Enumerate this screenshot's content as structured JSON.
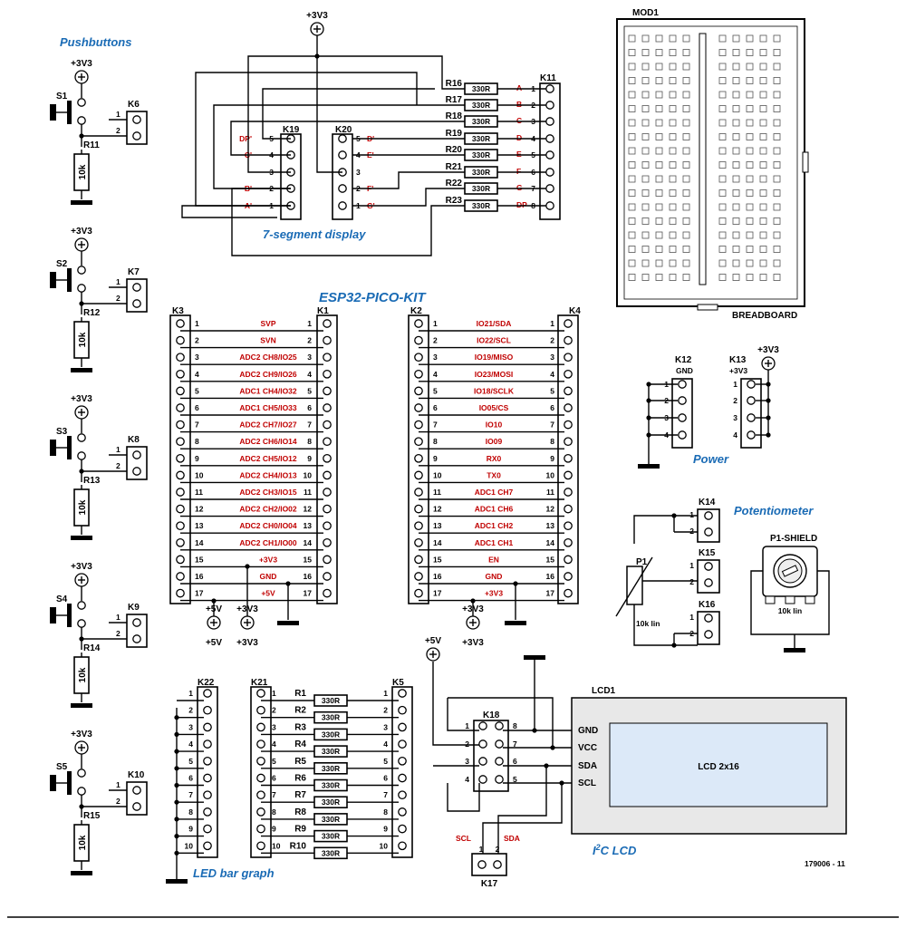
{
  "colors": {
    "ink": "#000000",
    "signal": "#c00000",
    "title": "#1a6bb5",
    "lcd_screen": "#dce9f8",
    "lcd_body": "#e8e8e8"
  },
  "titles": {
    "pushbuttons": "Pushbuttons",
    "seven_seg": "7-segment display",
    "esp32": "ESP32-PICO-KIT",
    "power": "Power",
    "potentiometer": "Potentiometer",
    "led_bar": "LED bar graph",
    "i2c_lcd_prefix": "I",
    "i2c_lcd_sup": "2",
    "i2c_lcd_suffix": "C LCD"
  },
  "supplies": {
    "v33": "+3V3",
    "v5": "+5V"
  },
  "pushbuttons": [
    {
      "switch": "S1",
      "resistor": "R11",
      "conn": "K6",
      "value": "10k"
    },
    {
      "switch": "S2",
      "resistor": "R12",
      "conn": "K7",
      "value": "10k"
    },
    {
      "switch": "S3",
      "resistor": "R13",
      "conn": "K8",
      "value": "10k"
    },
    {
      "switch": "S4",
      "resistor": "R14",
      "conn": "K9",
      "value": "10k"
    },
    {
      "switch": "S5",
      "resistor": "R15",
      "conn": "K10",
      "value": "10k"
    }
  ],
  "seven_seg": {
    "k19": {
      "name": "K19",
      "pins": [
        "5",
        "4",
        "3",
        "2",
        "1"
      ],
      "labels": [
        "DP'",
        "C'",
        "",
        "B'",
        "A'"
      ]
    },
    "k20": {
      "name": "K20",
      "pins": [
        "5",
        "4",
        "3",
        "2",
        "1"
      ],
      "labels": [
        "D'",
        "E'",
        "",
        "F'",
        "G'"
      ]
    },
    "k11": {
      "name": "K11",
      "pins": [
        "1",
        "2",
        "3",
        "4",
        "5",
        "6",
        "7",
        "8"
      ],
      "labels": [
        "A",
        "B",
        "C",
        "D",
        "E",
        "F",
        "G",
        "DP"
      ]
    },
    "resistors": [
      "R16",
      "R17",
      "R18",
      "R19",
      "R20",
      "R21",
      "R22",
      "R23"
    ],
    "res_value": "330R"
  },
  "breadboard": {
    "name": "MOD1",
    "label": "BREADBOARD"
  },
  "esp32": {
    "left_headers": [
      "K3",
      "K1"
    ],
    "right_headers": [
      "K2",
      "K4"
    ],
    "left_signals": [
      "SVP",
      "SVN",
      "ADC2 CH8/IO25",
      "ADC2 CH9/IO26",
      "ADC1 CH4/IO32",
      "ADC1 CH5/IO33",
      "ADC2 CH7/IO27",
      "ADC2 CH6/IO14",
      "ADC2 CH5/IO12",
      "ADC2 CH4/IO13",
      "ADC2 CH3/IO15",
      "ADC2 CH2/IO02",
      "ADC2 CH0/IO04",
      "ADC2 CH1/IO00",
      "+3V3",
      "GND",
      "+5V"
    ],
    "right_signals": [
      "IO21/SDA",
      "IO22/SCL",
      "IO19/MISO",
      "IO23/MOSI",
      "IO18/SCLK",
      "IO05/CS",
      "IO10",
      "IO09",
      "RX0",
      "TX0",
      "ADC1 CH7",
      "ADC1 CH6",
      "ADC1 CH2",
      "ADC1 CH1",
      "EN",
      "GND",
      "+3V3"
    ],
    "pin_numbers": [
      "1",
      "2",
      "3",
      "4",
      "5",
      "6",
      "7",
      "8",
      "9",
      "10",
      "11",
      "12",
      "13",
      "14",
      "15",
      "16",
      "17"
    ]
  },
  "power": {
    "k12": {
      "name": "K12",
      "sub": "GND",
      "pins": [
        "1",
        "2",
        "3",
        "4"
      ]
    },
    "k13": {
      "name": "K13",
      "sub": "+3V3",
      "pins": [
        "1",
        "2",
        "3",
        "4"
      ]
    }
  },
  "potentiometer": {
    "p1": "P1",
    "value": "10k lin",
    "shield": "P1-SHIELD",
    "shield_value": "10k lin",
    "conns": [
      "K14",
      "K15",
      "K16"
    ],
    "pins": [
      "1",
      "2"
    ]
  },
  "led_bar": {
    "k22": "K22",
    "k21": "K21",
    "k5": "K5",
    "pins": [
      "1",
      "2",
      "3",
      "4",
      "5",
      "6",
      "7",
      "8",
      "9",
      "10"
    ],
    "resistors": [
      "R1",
      "R2",
      "R3",
      "R4",
      "R5",
      "R6",
      "R7",
      "R8",
      "R9",
      "R10"
    ],
    "res_value": "330R"
  },
  "lcd": {
    "name": "LCD1",
    "screen": "LCD 2x16",
    "pins": [
      "GND",
      "VCC",
      "SDA",
      "SCL"
    ],
    "k18": "K18",
    "k18_pins": [
      "1",
      "2",
      "3",
      "4",
      "5",
      "6",
      "7",
      "8"
    ],
    "k17": "K17",
    "k17_pins": [
      "1",
      "2"
    ],
    "k17_labels": [
      "SCL",
      "SDA"
    ]
  },
  "figure_id": "179006 - 11"
}
